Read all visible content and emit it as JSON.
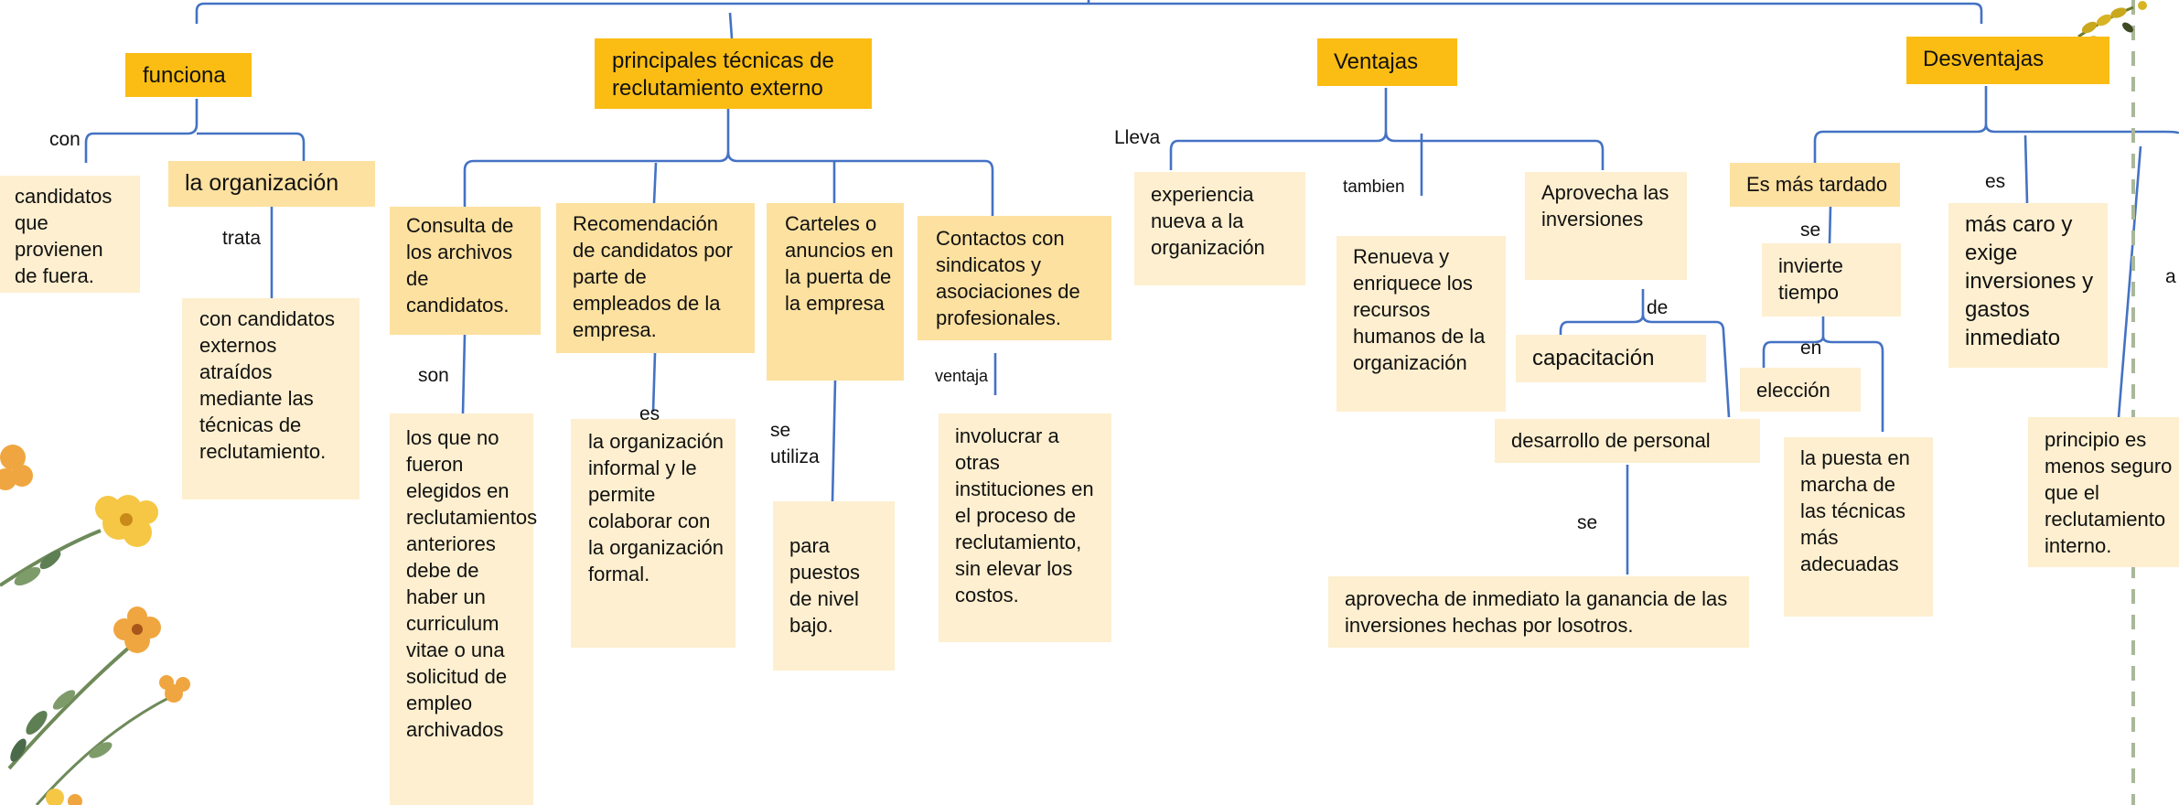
{
  "headers": {
    "funciona": "funciona",
    "tecnicas": "principales técnicas de reclutamiento externo",
    "ventajas": "Ventajas",
    "desventajas": "Desventajas"
  },
  "nodes": {
    "candidatos_fuera": "candidatos que provienen de fuera.",
    "organizacion": "la organización",
    "candidatos_externos": "con candidatos externos atraídos mediante las técnicas de reclutamiento.",
    "consulta": "Consulta de los archivos de candidatos.",
    "recomendacion": "Recomendación de candidatos por parte de empleados de la empresa.",
    "carteles": "Carteles o anuncios en la puerta de la empresa",
    "contactos": "Contactos con sindicatos y asociaciones de profesionales.",
    "no_elegidos": "los que no fueron elegidos en reclutamientos anteriores debe de haber un curriculum vitae o una solicitud de empleo archivados",
    "org_informal": "la organización informal y le permite colaborar con la organización formal.",
    "puestos_bajo": "para puestos de nivel bajo.",
    "involucrar": "involucrar a otras instituciones en el proceso de reclutamiento, sin elevar los costos.",
    "experiencia": "experiencia nueva a la organización",
    "renueva": "Renueva y enriquece los recursos humanos de la organización",
    "aprovecha_inv": "Aprovecha las inversiones",
    "capacitacion": "capacitación",
    "desarrollo": "desarrollo de personal",
    "aprovecha_inmediato": "aprovecha de inmediato la ganancia de las inversiones hechas por losotros.",
    "mas_tardado": "Es más tardado",
    "invierte": "invierte tiempo",
    "eleccion": "elección",
    "puesta_marcha": "la puesta en marcha de las técnicas más adecuadas",
    "mas_caro": "más caro y exige inversiones y gastos inmediato",
    "principio": "principio es menos seguro que el reclutamiento interno."
  },
  "labels": {
    "con": "con",
    "trata": "trata",
    "son": "son",
    "es_recom": "es",
    "se_utiliza": "se utiliza",
    "ventaja": "ventaja",
    "lleva": "Lleva",
    "tambien": "tambien",
    "de": "de",
    "se_desarrollo": "se",
    "se_tardado": "se",
    "en": "en",
    "es_desv": "es",
    "a_cut": "a"
  },
  "colors": {
    "header": "#fbbd14",
    "node_mid": "#fde1a0",
    "node_leaf": "#fdefcf",
    "connector": "#4472c4"
  },
  "icons": [
    "flower-bouquet-illustration",
    "leaf-sprig-decoration",
    "dashed-divider-line"
  ]
}
